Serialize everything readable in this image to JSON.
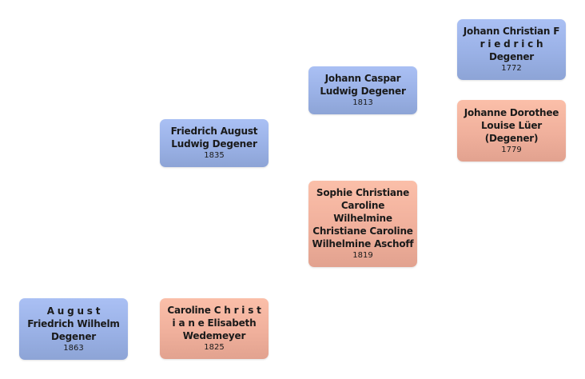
{
  "pedigree": {
    "people": [
      {
        "id": "august",
        "name": "A u g u s t\nFriedrich Wilhelm\nDegener",
        "year": "1863",
        "sex": "male"
      },
      {
        "id": "caroline",
        "name": "Caroline C h r i s t\ni a n e Elisabeth\nWedemeyer",
        "year": "1825",
        "sex": "female"
      },
      {
        "id": "friedrich",
        "name": "Friedrich August\nLudwig Degener",
        "year": "1835",
        "sex": "male"
      },
      {
        "id": "caspar",
        "name": "Johann Caspar\nLudwig Degener",
        "year": "1813",
        "sex": "male"
      },
      {
        "id": "sophie",
        "name": "Sophie Christiane\nCaroline\nWilhelmine\nChristiane Caroline\nWilhelmine Aschoff",
        "year": "1819",
        "sex": "female"
      },
      {
        "id": "jchrist",
        "name": "Johann Christian F\nr i e d r i c h\nDegener",
        "year": "1772",
        "sex": "male"
      },
      {
        "id": "jdoro",
        "name": "Johanne Dorothee\nLouise Lüer\n(Degener)",
        "year": "1779",
        "sex": "female"
      }
    ],
    "colors": {
      "male": "#9ab1e6",
      "female": "#f0b09c"
    }
  }
}
